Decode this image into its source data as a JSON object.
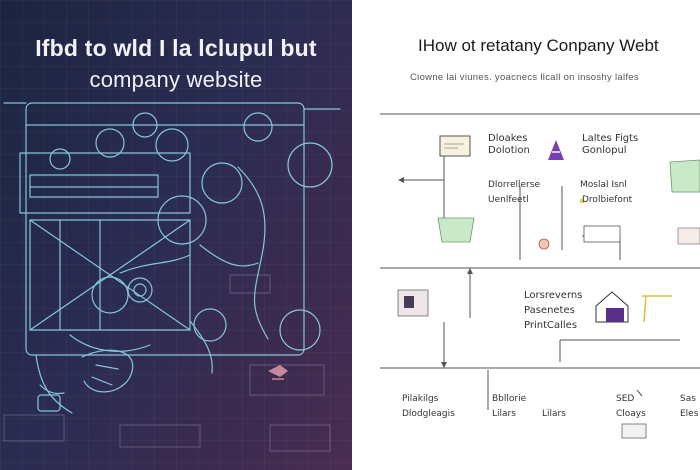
{
  "left": {
    "title_line1": "Ifbd to wld I  la lclupul but",
    "title_line2": "company website"
  },
  "right": {
    "title": "IHow ot retatany Conpany Webt",
    "subtitle": "Ciowne  lai viunes.  yoacnecs  llcall on insoshy  lalfes",
    "labels": {
      "l1a": "Dloakes",
      "l1b": "Dolotion",
      "l2a": "Laltes Figts",
      "l2b": "Gonlopul",
      "l3": "Dlorrellerse",
      "l4": "Moslal Isnl",
      "l5": "Uenlfeetl",
      "l6": "Drolbiefont",
      "l7": "Lorsreverns",
      "l8": "Pasenetes",
      "l9": "PrintCalles",
      "b1": "Pilakilgs",
      "b2": "Dlodgleagis",
      "b3": "Bbllorie",
      "b4": "Lilars",
      "b5": "SED",
      "b6": "Cloays",
      "b7": "Sas",
      "b8": "Eles"
    }
  },
  "colors": {
    "accent_purple": "#7b3fb0",
    "accent_green": "#c9eac8",
    "accent_yellow": "#e9d84a",
    "line_stroke": "#8fd6ea"
  }
}
